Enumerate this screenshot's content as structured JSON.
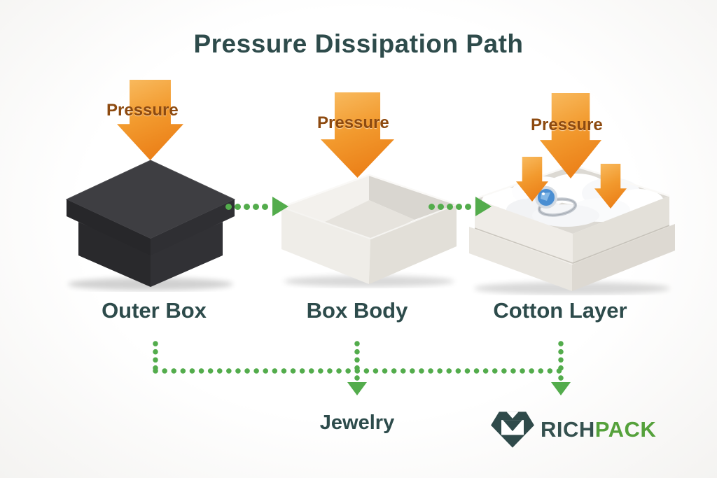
{
  "title": "Pressure Dissipation Path",
  "stages": [
    {
      "name": "outer-box",
      "label": "Outer Box",
      "pressure_label": "Pressure"
    },
    {
      "name": "box-body",
      "label": "Box Body",
      "pressure_label": "Pressure"
    },
    {
      "name": "cotton-layer",
      "label": "Cotton Layer",
      "pressure_label": "Pressure"
    }
  ],
  "bottom": {
    "target_label": "Jewelry"
  },
  "logo": {
    "icon": "diamond-gem-icon",
    "brand_primary": "RICH",
    "brand_secondary": "PACK"
  },
  "icons": {
    "pressure_arrow": "orange-down-arrow-icon",
    "stage_connector": "green-dotted-right-arrow-icon",
    "flow_path": "green-dotted-path-down-arrows"
  },
  "colors": {
    "title_text": "#2e4b4b",
    "pressure_text": "#8d4a10",
    "arrow_orange_light": "#f8b753",
    "arrow_orange_dark": "#ec821a",
    "green_accent": "#53ac4c",
    "logo_dark": "#2f4a4a",
    "logo_green": "#55a13b",
    "gem_blue": "#4a8ed2"
  }
}
